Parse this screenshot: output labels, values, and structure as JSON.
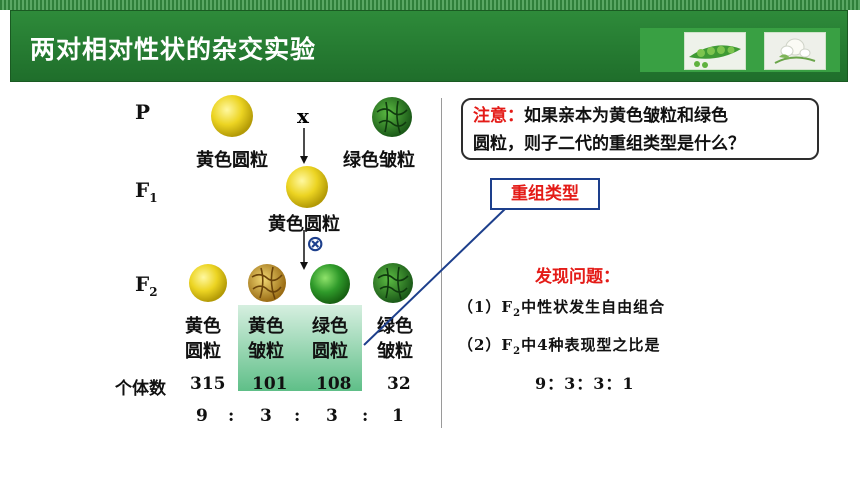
{
  "title": "两对相对性状的杂交实验",
  "generations": {
    "p": "P",
    "f1_base": "F",
    "f1_sub": "1",
    "f2_base": "F",
    "f2_sub": "2"
  },
  "cross_symbol": "x",
  "self_symbol": "⊗",
  "parents": {
    "left": "黄色圆粒",
    "right": "绿色皱粒"
  },
  "f1_label": "黄色圆粒",
  "f2_types": [
    {
      "line1": "黄色",
      "line2": "圆粒",
      "count": "315",
      "ratio": "9"
    },
    {
      "line1": "黄色",
      "line2": "皱粒",
      "count": "101",
      "ratio": "3"
    },
    {
      "line1": "绿色",
      "line2": "圆粒",
      "count": "108",
      "ratio": "3"
    },
    {
      "line1": "绿色",
      "line2": "皱粒",
      "count": "32",
      "ratio": "1"
    }
  ],
  "count_label": "个体数",
  "ratio_sep": ":",
  "note": {
    "prefix": "注意：",
    "line1": "如果亲本为黄色皱粒和绿色",
    "line2": "圆粒，则子二代的重组类型是什么？"
  },
  "recombinant_label": "重组类型",
  "discover": {
    "title": "发现问题：",
    "item1_pre": "（1）F",
    "item1_sub": "2",
    "item1_post": "中性状发生自由组合",
    "item2_pre": "（2）F",
    "item2_sub": "2",
    "item2_post": "中4种表现型之比是",
    "ratio": "9：3：3：1"
  },
  "colors": {
    "banner": "#1f6e2b",
    "accent_red": "#e41b17",
    "callout_blue": "#1d3f8c",
    "yellow_pea": "#e6cf1a",
    "green_pea": "#2f9a2a"
  }
}
